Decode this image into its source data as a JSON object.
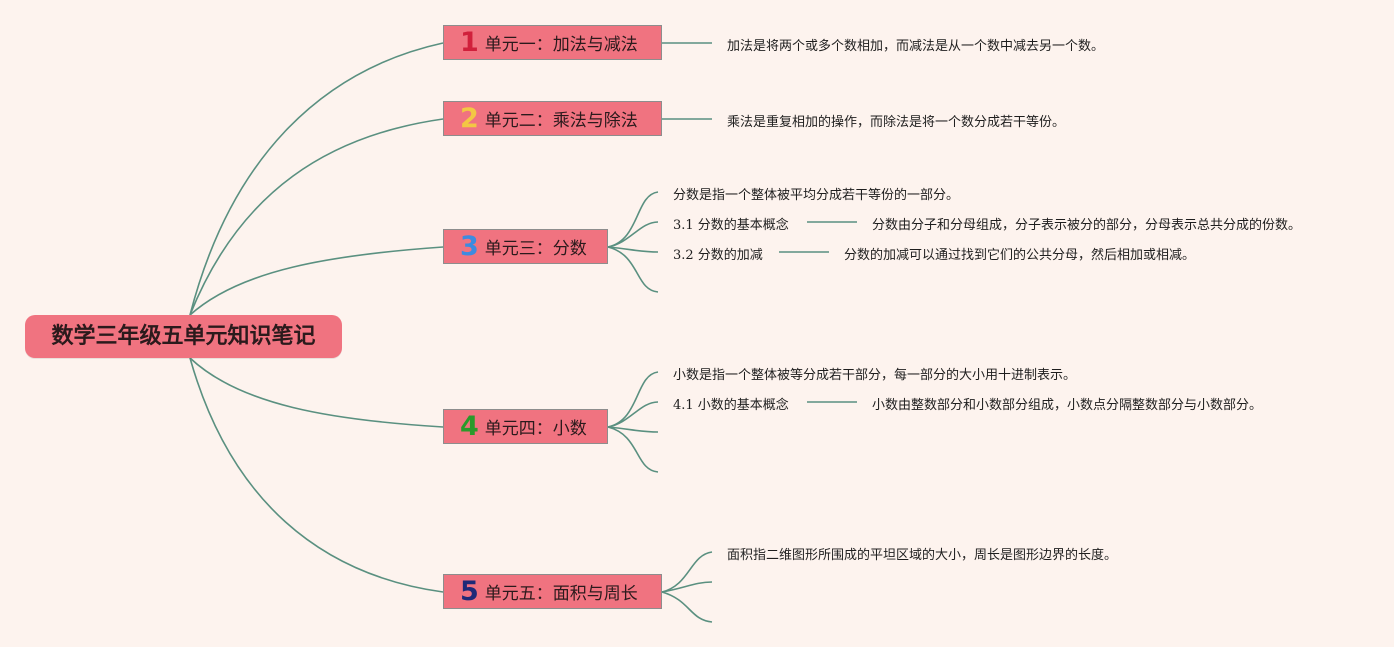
{
  "root": {
    "label": "数学三年级五单元知识笔记"
  },
  "colors": {
    "line": "#5a9080",
    "node": "#f07380"
  },
  "branches": [
    {
      "num": "1",
      "num_color": "#d0203b",
      "label": "单元一：加法与减法",
      "note": "加法是将两个或多个数相加，而减法是从一个数中减去另一个数。"
    },
    {
      "num": "2",
      "num_color": "#f3c744",
      "label": "单元二：乘法与除法",
      "note": "乘法是重复相加的操作，而除法是将一个数分成若干等份。"
    },
    {
      "num": "3",
      "num_color": "#3d8be0",
      "label": "单元三：分数",
      "note": "分数是指一个整体被平均分成若干等份的一部分。",
      "sub1": "3.1 分数的基本概念",
      "sub1_note": "分数由分子和分母组成，分子表示被分的部分，分母表示总共分成的份数。",
      "sub2": "3.2 分数的加减",
      "sub2_note": "分数的加减可以通过找到它们的公共分母，然后相加或相减。"
    },
    {
      "num": "4",
      "num_color": "#2a9a2a",
      "label": "单元四：小数",
      "note": "小数是指一个整体被等分成若干部分，每一部分的大小用十进制表示。",
      "sub1": "4.1 小数的基本概念",
      "sub1_note": "小数由整数部分和小数部分组成，小数点分隔整数部分与小数部分。"
    },
    {
      "num": "5",
      "num_color": "#1f2a78",
      "label": "单元五：面积与周长",
      "note": "面积指二维图形所围成的平坦区域的大小，周长是图形边界的长度。"
    }
  ]
}
